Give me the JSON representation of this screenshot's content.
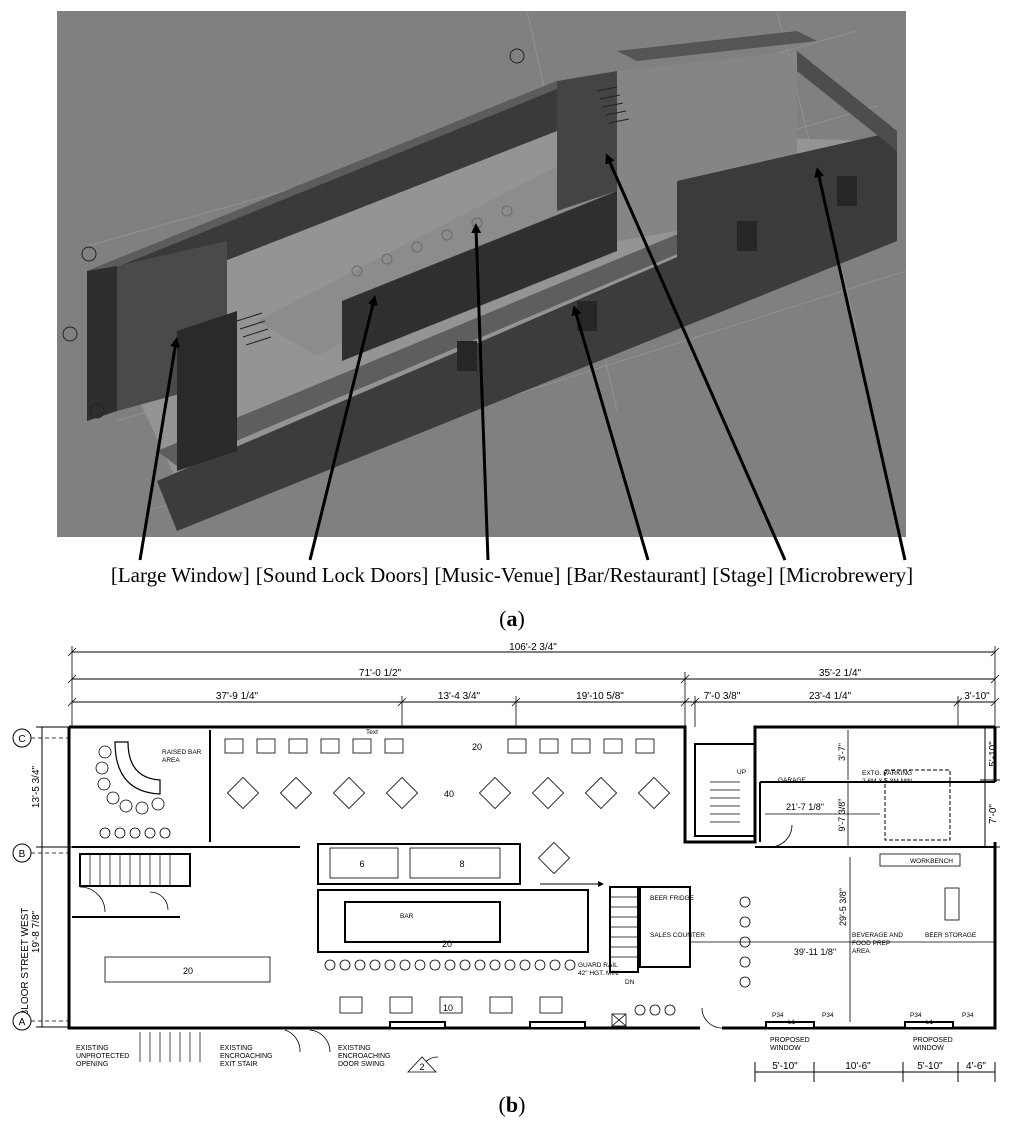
{
  "panel_a": {
    "callouts": [
      "[Large Window]",
      "[Sound Lock Doors]",
      "[Music-Venue]",
      "[Bar/Restaurant]",
      "[Stage]",
      "[Microbrewery]"
    ],
    "label_open": "(",
    "label_letter": "a",
    "label_close": ")"
  },
  "panel_b": {
    "label_open": "(",
    "label_letter": "b",
    "label_close": ")",
    "dimensions_top": {
      "overall": "106'-2 3/4\"",
      "left_group": "71'-0 1/2\"",
      "right_group": "35'-2 1/4\"",
      "segments": [
        "37'-9 1/4\"",
        "13'-4 3/4\"",
        "19'-10 5/8\"",
        "7'-0 3/8\"",
        "23'-4 1/4\"",
        "3'-10\""
      ]
    },
    "dimensions_left": {
      "upper": "13'-5 3/4\"",
      "lower": "19'-8 7/8\"",
      "street": "BLOOR STREET WEST"
    },
    "dimensions_right": [
      "5'-10\"",
      "7'-0\""
    ],
    "dimensions_bottom": [
      "5'-10\"",
      "10'-6\"",
      "5'-10\"",
      "4'-6\""
    ],
    "interior_dims": {
      "garage_width": "21'-7 1/8\"",
      "garage_depth": "9'-7 3/8\"",
      "brewery_depth": "29'-5 3/8\"",
      "brewery_width": "39'-11 1/8\"",
      "top_small_a": "3'-7\"",
      "top_small_b": "7'-0\""
    },
    "grid_labels": [
      "C",
      "B",
      "A"
    ],
    "rooms": {
      "raised_bar_1": "RAISED BAR",
      "raised_bar_2": "AREA",
      "bar": "BAR",
      "garage": "GARAGE",
      "parking_1": "EXTG. PARKING",
      "parking_2": "2.6M X 5.8M MIN.",
      "beverage_1": "BEVERAGE AND",
      "beverage_2": "FOOD PREP",
      "beverage_3": "AREA",
      "beer_storage": "BEER STORAGE",
      "beer_fridge": "BEER FRIDGE",
      "sales_counter": "SALES COUNTER",
      "workbench": "WORKBENCH",
      "guard_rail_1": "GUARD RAIL",
      "guard_rail_2": "42\" HGT. MIN.",
      "text_tag": "Text",
      "dn": "DN",
      "up": "UP"
    },
    "seat_counts": [
      "20",
      "40",
      "6",
      "8",
      "20",
      "20",
      "10"
    ],
    "bottom_notes": {
      "n1a": "EXISTING",
      "n1b": "UNPROTECTED",
      "n1c": "OPENING",
      "n2a": "EXISTING",
      "n2b": "ENCROACHING",
      "n2c": "EXIT STAIR",
      "n3a": "EXISTING",
      "n3b": "ENCROACHING",
      "n3c": "DOOR SWING",
      "pw1a": "PROPOSED",
      "pw1b": "WINDOW",
      "pw2a": "PROPOSED",
      "pw2b": "WINDOW"
    },
    "tags": {
      "p34": "P34",
      "l1": "L1",
      "section": "2"
    }
  }
}
